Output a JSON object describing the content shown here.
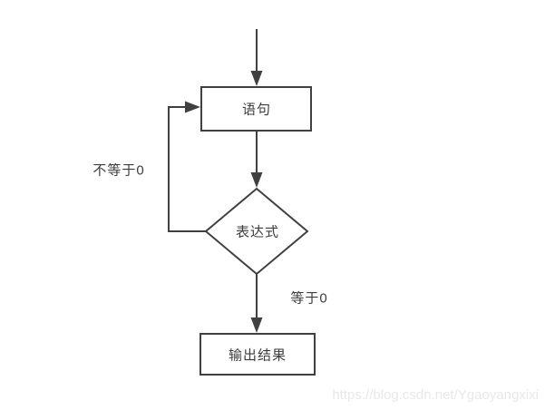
{
  "colors": {
    "line": "#404040",
    "text": "#3d3d3d",
    "watermark": "#e8e8e8",
    "background": "#ffffff",
    "fill": "#ffffff"
  },
  "diagram": {
    "type": "flowchart",
    "nodes": [
      {
        "id": "statement",
        "shape": "rectangle",
        "label": "语句"
      },
      {
        "id": "expression",
        "shape": "diamond",
        "label": "表达式"
      },
      {
        "id": "output",
        "shape": "rectangle",
        "label": "输出结果"
      }
    ],
    "edges": [
      {
        "from": "start",
        "to": "statement",
        "label": ""
      },
      {
        "from": "statement",
        "to": "expression",
        "label": ""
      },
      {
        "from": "expression",
        "to": "statement",
        "label": "不等于0"
      },
      {
        "from": "expression",
        "to": "output",
        "label": "等于0"
      }
    ]
  },
  "watermark": "https://blog.csdn.net/Ygaoyangxixi"
}
